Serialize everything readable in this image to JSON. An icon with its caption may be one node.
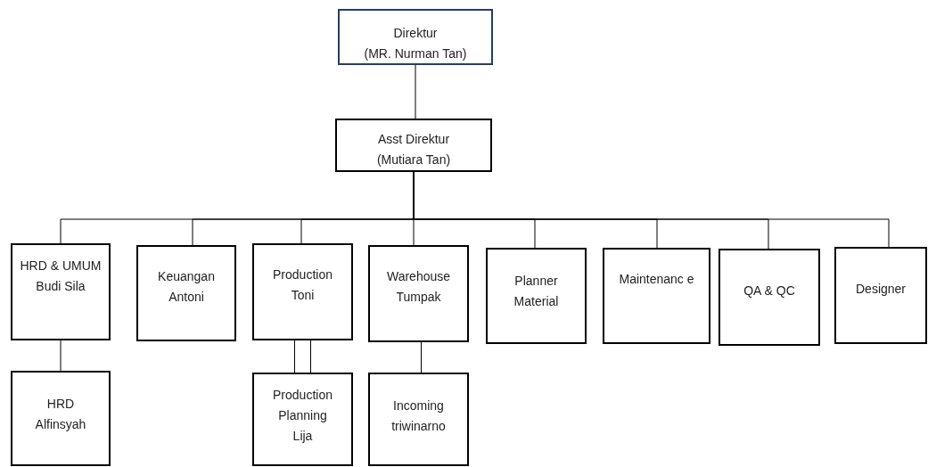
{
  "diagram": {
    "nodes": [
      {
        "text": [
          "Direktur",
          "(MR. Nurman Tan)"
        ]
      },
      {
        "text": [
          "Asst Direktur",
          "(Mutiara Tan)"
        ]
      },
      {
        "text": [
          "HRD & UMUM",
          "Budi Sila"
        ]
      },
      {
        "text": [
          "Keuangan",
          "Antoni"
        ]
      },
      {
        "text": [
          "Production",
          "Toni"
        ]
      },
      {
        "text": [
          "Warehouse",
          "Tumpak"
        ]
      },
      {
        "text": [
          "Planner Material"
        ]
      },
      {
        "text": [
          "Maintenanc e"
        ]
      },
      {
        "text": [
          "QA & QC"
        ]
      },
      {
        "text": [
          "Designer"
        ]
      },
      {
        "text": [
          "HRD",
          "Alfinsyah"
        ]
      },
      {
        "text": [
          "Production Planning",
          "Lija"
        ]
      },
      {
        "text": [
          "Incoming",
          "triwinarno"
        ]
      }
    ],
    "edges": [
      {
        "from": 0,
        "to": 1,
        "arrow": "none"
      },
      {
        "from": 1,
        "to": 2,
        "arrow": "none"
      },
      {
        "from": 1,
        "to": 3,
        "arrow": "none"
      },
      {
        "from": 1,
        "to": 4,
        "arrow": "none"
      },
      {
        "from": 1,
        "to": 5,
        "arrow": "none"
      },
      {
        "from": 1,
        "to": 6,
        "arrow": "none"
      },
      {
        "from": 1,
        "to": 7,
        "arrow": "none"
      },
      {
        "from": 1,
        "to": 8,
        "arrow": "none"
      },
      {
        "from": 1,
        "to": 9,
        "arrow": "none"
      },
      {
        "from": 2,
        "to": 10,
        "arrow": "none"
      },
      {
        "from": 4,
        "to": 11,
        "arrow": "none"
      },
      {
        "from": 5,
        "to": 12,
        "arrow": "none"
      }
    ]
  }
}
